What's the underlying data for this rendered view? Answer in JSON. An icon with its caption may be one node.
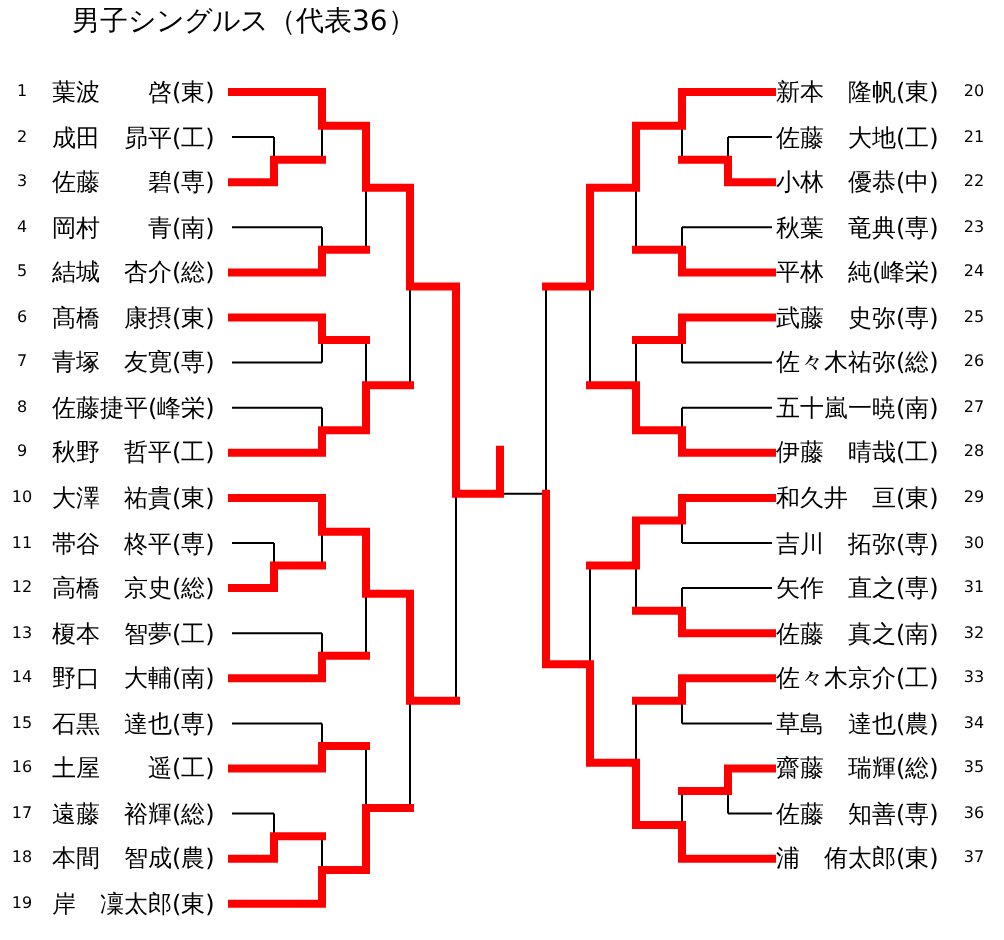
{
  "diagram": {
    "title": "男子シングルス（代表36）",
    "nodes": [
      {
        "text": [
          "葉波　　啓(東)"
        ],
        "beside": [
          "1"
        ]
      },
      {
        "text": [
          "成田　昴平(工)"
        ],
        "beside": [
          "2"
        ]
      },
      {
        "text": [
          "佐藤　　碧(専)"
        ],
        "beside": [
          "3"
        ]
      },
      {
        "text": [
          "岡村　　青(南)"
        ],
        "beside": [
          "4"
        ]
      },
      {
        "text": [
          "結城　杏介(総)"
        ],
        "beside": [
          "5"
        ]
      },
      {
        "text": [
          "髙橋　康摂(東)"
        ],
        "beside": [
          "6"
        ]
      },
      {
        "text": [
          "青塚　友寛(専)"
        ],
        "beside": [
          "7"
        ]
      },
      {
        "text": [
          "佐藤捷平(峰栄)"
        ],
        "beside": [
          "8"
        ]
      },
      {
        "text": [
          "秋野　哲平(工)"
        ],
        "beside": [
          "9"
        ]
      },
      {
        "text": [
          "大澤　祐貴(東)"
        ],
        "beside": [
          "10"
        ]
      },
      {
        "text": [
          "帯谷　柊平(専)"
        ],
        "beside": [
          "11"
        ]
      },
      {
        "text": [
          "高橋　京史(総)"
        ],
        "beside": [
          "12"
        ]
      },
      {
        "text": [
          "榎本　智夢(工)"
        ],
        "beside": [
          "13"
        ]
      },
      {
        "text": [
          "野口　大輔(南)"
        ],
        "beside": [
          "14"
        ]
      },
      {
        "text": [
          "石黒　達也(専)"
        ],
        "beside": [
          "15"
        ]
      },
      {
        "text": [
          "土屋　　遥(工)"
        ],
        "beside": [
          "16"
        ]
      },
      {
        "text": [
          "遠藤　裕輝(総)"
        ],
        "beside": [
          "17"
        ]
      },
      {
        "text": [
          "本間　智成(農)"
        ],
        "beside": [
          "18"
        ]
      },
      {
        "text": [
          "岸　凜太郎(東)"
        ],
        "beside": [
          "19"
        ]
      },
      {
        "text": [
          "新本　隆帆(東)"
        ],
        "beside": [
          "20"
        ]
      },
      {
        "text": [
          "佐藤　大地(工)"
        ],
        "beside": [
          "21"
        ]
      },
      {
        "text": [
          "小林　優恭(中)"
        ],
        "beside": [
          "22"
        ]
      },
      {
        "text": [
          "秋葉　竜典(専)"
        ],
        "beside": [
          "23"
        ]
      },
      {
        "text": [
          "平林　純(峰栄)"
        ],
        "beside": [
          "24"
        ]
      },
      {
        "text": [
          "武藤　史弥(専)"
        ],
        "beside": [
          "25"
        ]
      },
      {
        "text": [
          "佐々木祐弥(総)"
        ],
        "beside": [
          "26"
        ]
      },
      {
        "text": [
          "五十嵐一暁(南)"
        ],
        "beside": [
          "27"
        ]
      },
      {
        "text": [
          "伊藤　晴哉(工)"
        ],
        "beside": [
          "28"
        ]
      },
      {
        "text": [
          "和久井　亘(東)"
        ],
        "beside": [
          "29"
        ]
      },
      {
        "text": [
          "吉川　拓弥(専)"
        ],
        "beside": [
          "30"
        ]
      },
      {
        "text": [
          "矢作　直之(専)"
        ],
        "beside": [
          "31"
        ]
      },
      {
        "text": [
          "佐藤　真之(南)"
        ],
        "beside": [
          "32"
        ]
      },
      {
        "text": [
          "佐々木京介(工)"
        ],
        "beside": [
          "33"
        ]
      },
      {
        "text": [
          "草島　達也(農)"
        ],
        "beside": [
          "34"
        ]
      },
      {
        "text": [
          "齋藤　瑞輝(総)"
        ],
        "beside": [
          "35"
        ]
      },
      {
        "text": [
          "佐藤　知善(専)"
        ],
        "beside": [
          "36"
        ]
      },
      {
        "text": [
          "浦　侑太郎(東)"
        ],
        "beside": [
          "37"
        ]
      }
    ]
  }
}
